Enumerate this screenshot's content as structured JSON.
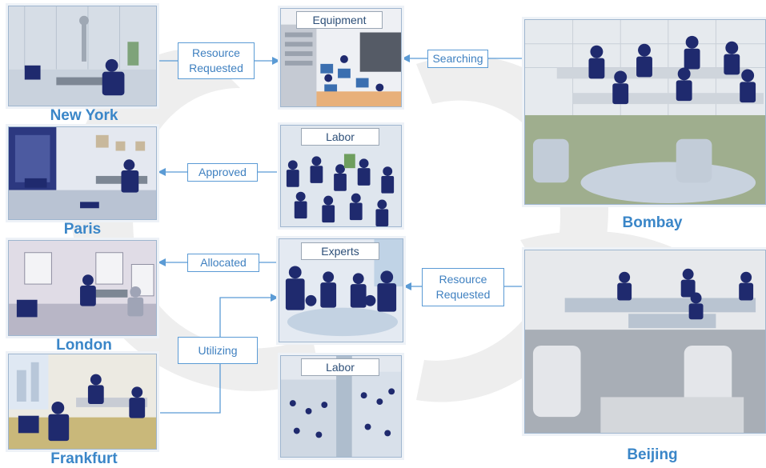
{
  "cities": {
    "new_york": "New York",
    "paris": "Paris",
    "london": "London",
    "frankfurt": "Frankfurt",
    "bombay": "Bombay",
    "beijing": "Beijing"
  },
  "flow_labels": {
    "ny_resource_requested": "Resource\nRequested",
    "paris_approved": "Approved",
    "london_allocated": "Allocated",
    "frankfurt_utilizing": "Utilizing",
    "bombay_searching": "Searching",
    "beijing_resource_requested": "Resource\nRequested"
  },
  "resource_tags": {
    "equipment": "Equipment",
    "labor_1": "Labor",
    "experts": "Experts",
    "labor_2": "Labor"
  },
  "colors": {
    "accent_blue": "#3a86c8",
    "line_blue": "#5b9bd5",
    "silhouette": "#1f2a6e",
    "watermark": "#ececec"
  }
}
